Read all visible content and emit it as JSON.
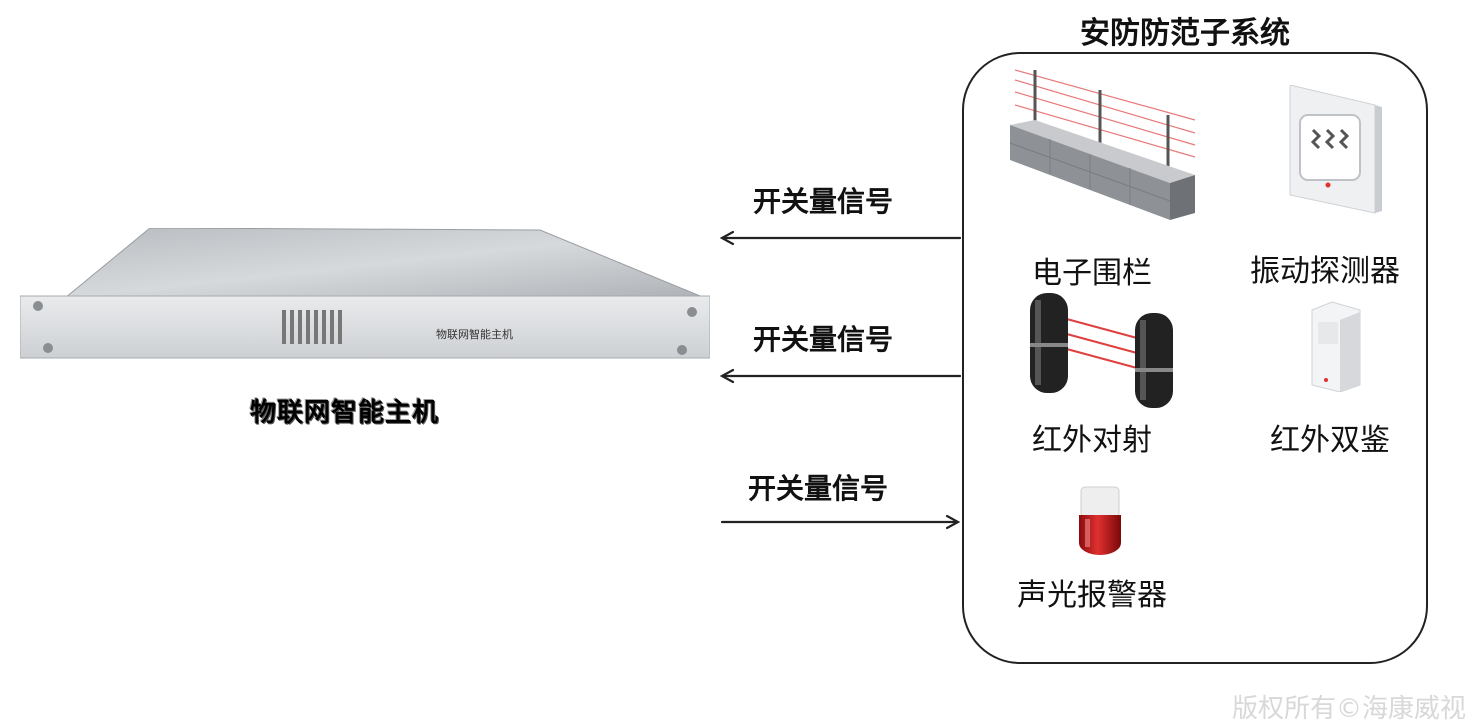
{
  "host": {
    "caption": "物联网智能主机",
    "panel_label": "物联网智能主机"
  },
  "signals": [
    {
      "label": "开关量信号",
      "direction": "to-host"
    },
    {
      "label": "开关量信号",
      "direction": "to-host"
    },
    {
      "label": "开关量信号",
      "direction": "to-subsystem"
    }
  ],
  "subsystem": {
    "title": "安防防范子系统",
    "devices": [
      {
        "label": "电子围栏",
        "icon": "electric-fence-icon"
      },
      {
        "label": "振动探测器",
        "icon": "vibration-detector-icon"
      },
      {
        "label": "红外对射",
        "icon": "infrared-beam-icon"
      },
      {
        "label": "红外双鉴",
        "icon": "dual-tech-detector-icon"
      },
      {
        "label": "声光报警器",
        "icon": "siren-icon"
      }
    ]
  },
  "colors": {
    "beam": "#e04040",
    "siren": "#c81818",
    "box_border": "#222222"
  },
  "watermark": "版权所有©海康威视"
}
